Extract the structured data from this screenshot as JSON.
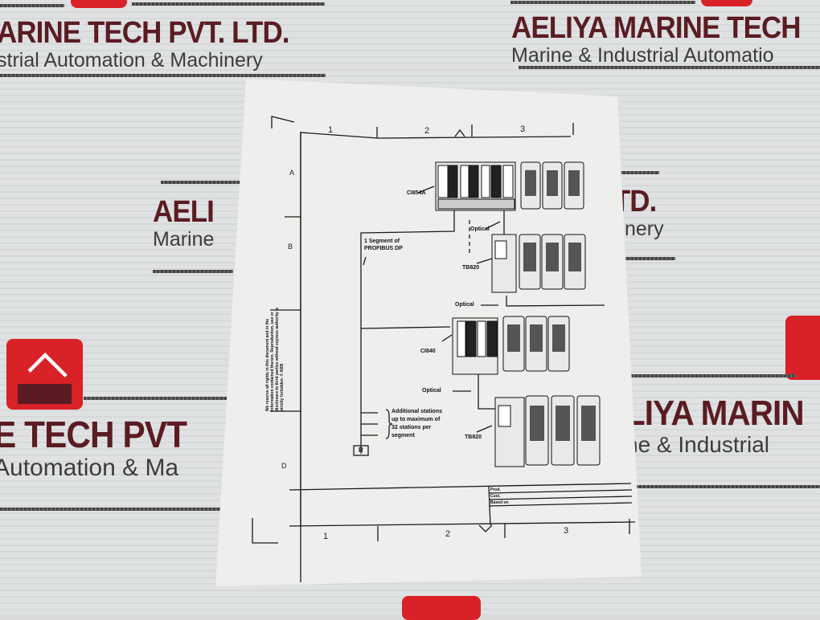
{
  "background_banner": {
    "company_name_partial_top_left": "ARINE TECH PVT. LTD.",
    "tagline_partial_top_left": "strial Automation & Machinery",
    "company_name_top_right": "AELIYA MARINE TECH",
    "tagline_top_right": "Marine & Industrial Automatio",
    "company_name_mid_left": "AELI",
    "tagline_mid_left": "Marine",
    "company_name_mid_right": "LTD.",
    "tagline_mid_right": "chinery",
    "company_name_lower_left": "E TECH PVT",
    "tagline_lower_left": "Automation & Ma",
    "company_name_lower_right": "LIYA MARIN",
    "tagline_lower_right": "ne & Industrial",
    "logo_color": "#d92128",
    "text_color": "#5a1c22"
  },
  "drawing": {
    "column_labels_top": [
      "1",
      "2",
      "3"
    ],
    "column_labels_bottom": [
      "1",
      "2",
      "3"
    ],
    "row_labels": [
      "A",
      "B",
      "D"
    ],
    "components": {
      "ci854a": "CI854A",
      "tb820_top": "TB820",
      "ci840": "CI840",
      "tb820_bottom": "TB820"
    },
    "labels": {
      "optical_1": "Optical",
      "optical_2": "Optical",
      "optical_3": "Optical",
      "segment_line1": "1 Segment of",
      "segment_line2": "PROFIBUS DP",
      "additional_line1": "Additional stations",
      "additional_line2": "up to maximum of",
      "additional_line3": "32 stations per",
      "additional_line4": "segment",
      "terminator": "R"
    },
    "title_block": {
      "field1": "Prod.",
      "field2": "Cust.",
      "field3": "Based on"
    },
    "side_note": "We reserve all rights in this document and in the information contained therein. Reproduction, use or disclosure to third parties without express authority is strictly forbidden. © ABB"
  }
}
